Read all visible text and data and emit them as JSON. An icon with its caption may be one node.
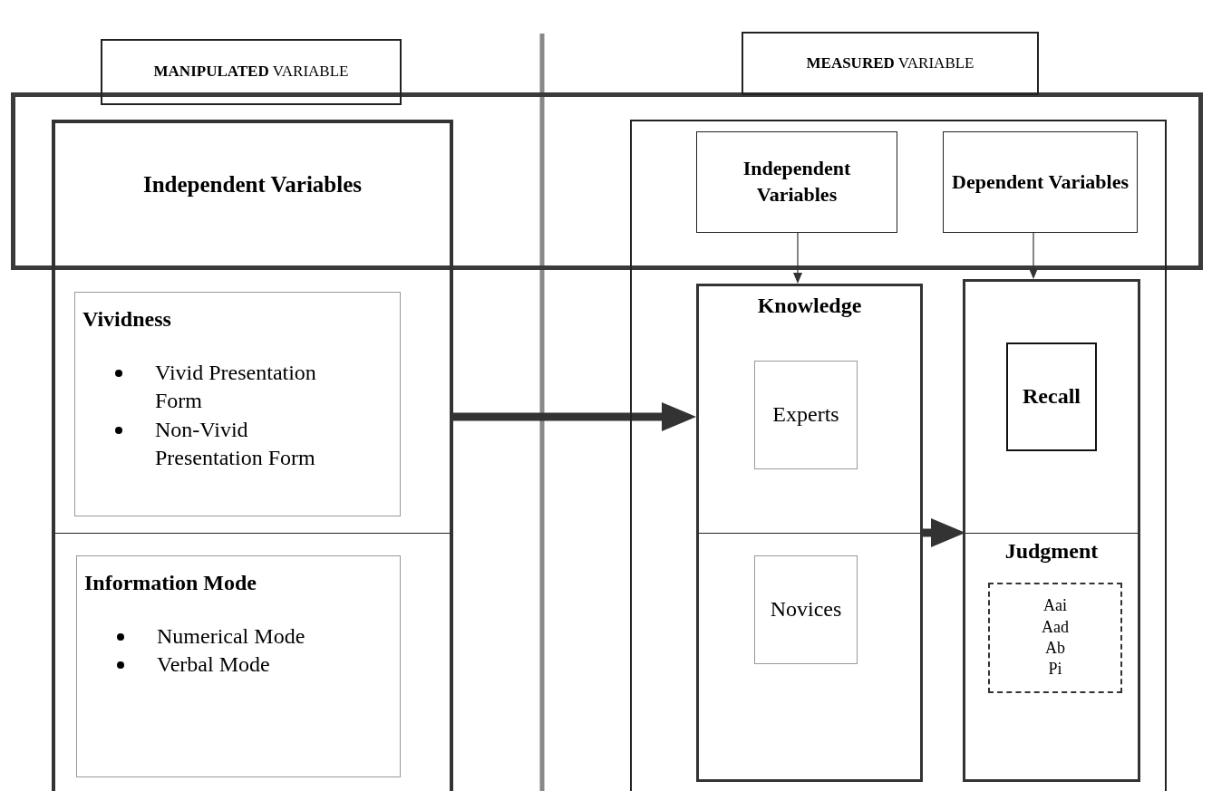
{
  "diagram": {
    "nodes": [
      {
        "text": [
          "**MANIPULATED** VARIABLE"
        ]
      },
      {
        "text": [
          "**MEASURED** VARIABLE"
        ]
      },
      {
        "text": [
          "Independent Variables"
        ]
      },
      {
        "text": [
          "Vividness",
          "Vivid Presentation Form",
          "Non-Vivid Presentation Form"
        ],
        "in": 2
      },
      {
        "text": [
          "Information Mode",
          "Numerical Mode",
          "Verbal Mode"
        ],
        "in": 2
      },
      {
        "text": [],
        "shape": "box"
      },
      {
        "text": [
          "Independent Variables"
        ],
        "in": 5
      },
      {
        "text": [
          "Dependent Variables"
        ],
        "in": 5
      },
      {
        "text": [
          "Knowledge"
        ],
        "in": 5
      },
      {
        "text": [
          "Experts"
        ],
        "in": 8
      },
      {
        "text": [
          "Novices"
        ],
        "in": 8
      },
      {
        "text": [],
        "shape": "box",
        "in": 5
      },
      {
        "text": [
          "Recall"
        ],
        "in": 11
      },
      {
        "text": [
          "Judgment"
        ],
        "in": 11
      },
      {
        "text": [
          "Aai Aad Ab Pi"
        ],
        "in": 13
      }
    ],
    "edges": [
      {
        "from": 6,
        "to": 8,
        "arrow": "to"
      },
      {
        "from": 7,
        "to": 11,
        "arrow": "to"
      },
      {
        "from": 2,
        "to": 8,
        "arrow": "to",
        "style": "thick"
      },
      {
        "from": 8,
        "to": 13,
        "arrow": "to",
        "style": "thick"
      }
    ]
  }
}
